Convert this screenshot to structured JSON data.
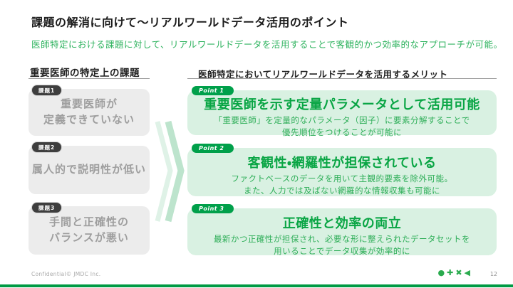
{
  "slide": {
    "title": "課題の解消に向けて～リアルワールドデータ活用のポイント",
    "subtitle": "医師特定における課題に対して、リアルワールドデータを活用することで客観的かつ効率的なアプローチが可能。"
  },
  "left_column": {
    "header": "重要医師の特定上の課題",
    "cards": [
      {
        "badge": "課題1",
        "line1": "重要医師が",
        "line2": "定義できていない"
      },
      {
        "badge": "課題2",
        "line1": "属人的で説明性が低い",
        "line2": ""
      },
      {
        "badge": "課題3",
        "line1": "手間と正確性の",
        "line2": "バランスが悪い"
      }
    ]
  },
  "right_column": {
    "header": "医師特定においてリアルワールドデータを活用するメリット",
    "cards": [
      {
        "badge": "Point 1",
        "title": "重要医師を示す定量パラメータとして活用可能",
        "body_line1": "「重要医師」を定量的なパラメータ（因子）に要素分解することで",
        "body_line2": "優先順位をつけることが可能に"
      },
      {
        "badge": "Point 2",
        "title": "客観性・網羅性が担保されている",
        "body_line1": "ファクトベースのデータを用いて主観的要素を除外可能。",
        "body_line2": "また、人力では及ばない網羅的な情報収集も可能に"
      },
      {
        "badge": "Point 3",
        "title": "正確性と効率の両立",
        "body_line1": "最新かつ正確性が担保され、必要な形に整えられたデータセットを",
        "body_line2": "用いることでデータ収集が効率的に"
      }
    ]
  },
  "footer": {
    "confidential": "Confidential© JMDC Inc.",
    "page_number": "12",
    "logo_icons": [
      {
        "name": "circle-icon",
        "glyph": "●"
      },
      {
        "name": "plus-icon",
        "glyph": "✚"
      },
      {
        "name": "cross-icon",
        "glyph": "✖"
      },
      {
        "name": "triangle-left-icon",
        "glyph": "◀"
      }
    ]
  },
  "colors": {
    "brand_green": "#09a544",
    "light_green_card": "#d9f1e2",
    "badge_green": "#00a04a",
    "gray_card": "#ececec",
    "gray_text": "#9e9e9e",
    "chevron_light": "#dff2e7",
    "chevron_dark": "#bde4cd"
  }
}
